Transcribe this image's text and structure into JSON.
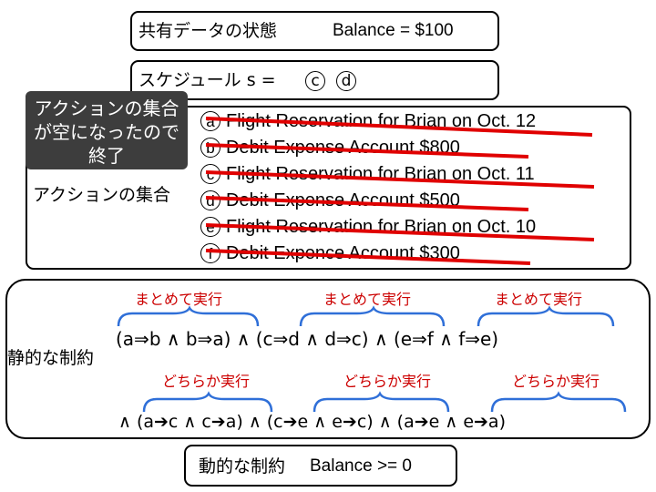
{
  "state_box": {
    "label": "共有データの状態",
    "balance": "Balance = $100"
  },
  "schedule_box": {
    "label": "スケジュール s = ",
    "items": [
      "c",
      "d"
    ]
  },
  "overlay": {
    "line1": "アクションの集合",
    "line2": "が空になったので",
    "line3": "終了"
  },
  "actions_label": "アクションの集合",
  "actions": [
    {
      "id": "a",
      "text": "Flight Reservation for Brian on Oct. 12"
    },
    {
      "id": "b",
      "text": "Debit Expense Account $800"
    },
    {
      "id": "c",
      "text": "Flight Reservation for Brian on Oct. 11"
    },
    {
      "id": "d",
      "text": "Debit Expense Account $500"
    },
    {
      "id": "e",
      "text": "Flight Reservation for Brian on Oct. 10"
    },
    {
      "id": "f",
      "text": "Debit Expence Account $300"
    }
  ],
  "static_constraint": {
    "label": "静的な制約",
    "together_labels": [
      "まとめて実行",
      "まとめて実行",
      "まとめて実行"
    ],
    "together_line": "(a⇒b ∧ b⇒a) ∧ (c⇒d ∧ d⇒c) ∧ (e⇒f ∧ f⇒e)",
    "either_labels": [
      "どちらか実行",
      "どちらか実行",
      "どちらか実行"
    ],
    "either_line": "∧ (a➔c ∧ c➔a) ∧ (c➔e ∧ e➔c) ∧ (a➔e ∧ e➔a)"
  },
  "dynamic_constraint": {
    "label": "動的な制約",
    "expr": "Balance >= 0"
  },
  "colors": {
    "strike": "#e00000",
    "label_red": "#cc0000",
    "brace_blue": "#2f6fd8",
    "overlay": "#3d3d3d"
  }
}
